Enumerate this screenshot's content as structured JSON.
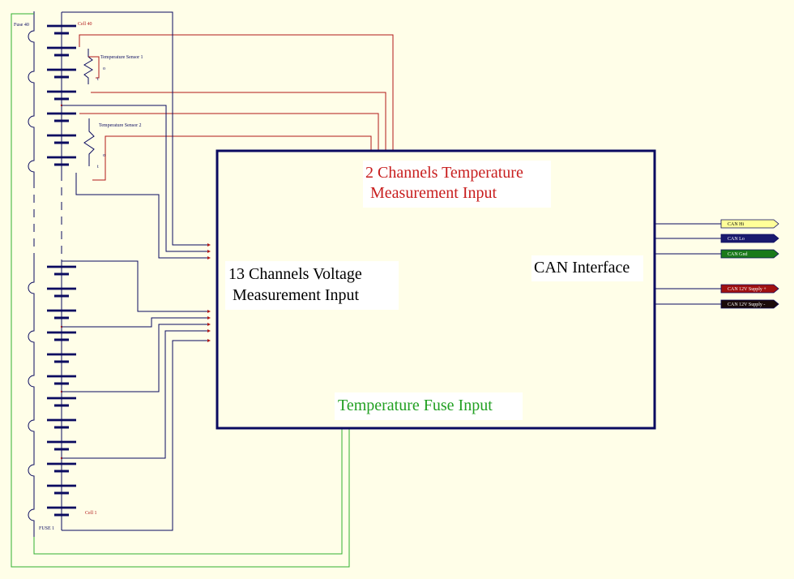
{
  "labels": {
    "fuse_top": "Fuse 40",
    "fuse_bottom": "FUSE 1",
    "cell_top": "Cell 40",
    "cell_bottom": "Cell 1",
    "sensor1": "Temperature Sensor 1",
    "sensor2": "Temperature Sensor 2",
    "sensor_pin_a": "o",
    "sensor_pin_b": "t"
  },
  "block": {
    "temperature_line1": "2 Channels Temperature",
    "temperature_line2": "Measurement Input",
    "voltage_line1": "13 Channels Voltage",
    "voltage_line2": "Measurement Input",
    "can": "CAN Interface",
    "fuse": "Temperature Fuse Input"
  },
  "connectors": [
    {
      "label": "CAN Hi",
      "fill": "#ffff99",
      "text": "#000000"
    },
    {
      "label": "CAN Lo",
      "fill": "#1a1a6e",
      "text": "#ffffff"
    },
    {
      "label": "CAN Gnd",
      "fill": "#1a7a1a",
      "text": "#ffffff"
    },
    {
      "label": "CAN 12V Supply +",
      "fill": "#a01010",
      "text": "#ffffff"
    },
    {
      "label": "CAN 12V Supply -",
      "fill": "#1a0a0a",
      "text": "#ffffff"
    }
  ],
  "colors": {
    "background": "#fffee8",
    "block_border": "#0a0a60",
    "voltage_wire": "#0a0a60",
    "temperature_wire": "#b01818",
    "fuse_wire": "#30b030",
    "temperature_text": "#c81e1e",
    "fuse_text": "#22a022",
    "label_text": "#000000"
  }
}
